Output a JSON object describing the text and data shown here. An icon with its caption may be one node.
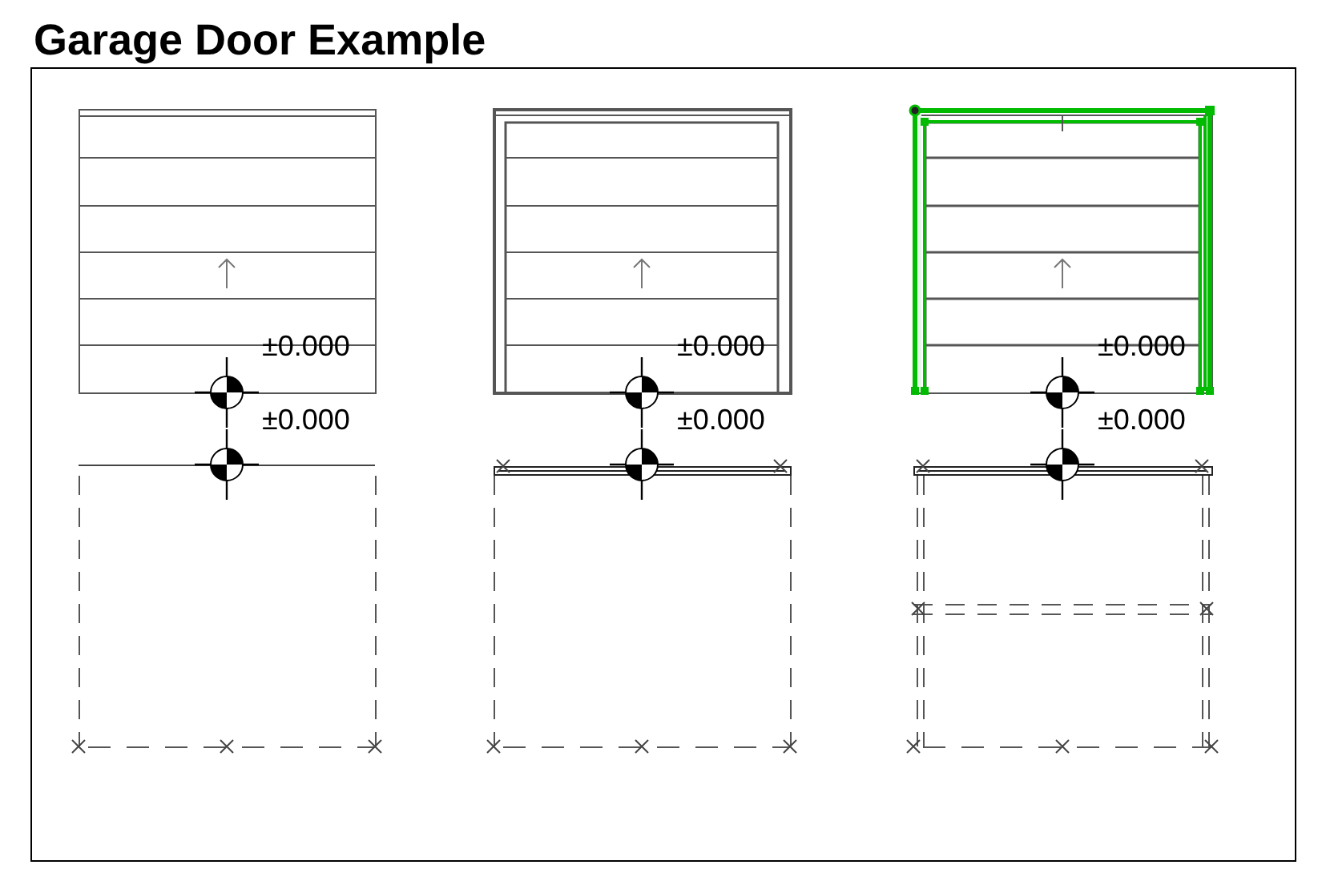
{
  "diagram": {
    "title": "Garage Door Example",
    "labels": [
      "±0.000",
      "±0.000",
      "±0.000",
      "±0.000",
      "±0.000",
      "±0.000"
    ]
  }
}
